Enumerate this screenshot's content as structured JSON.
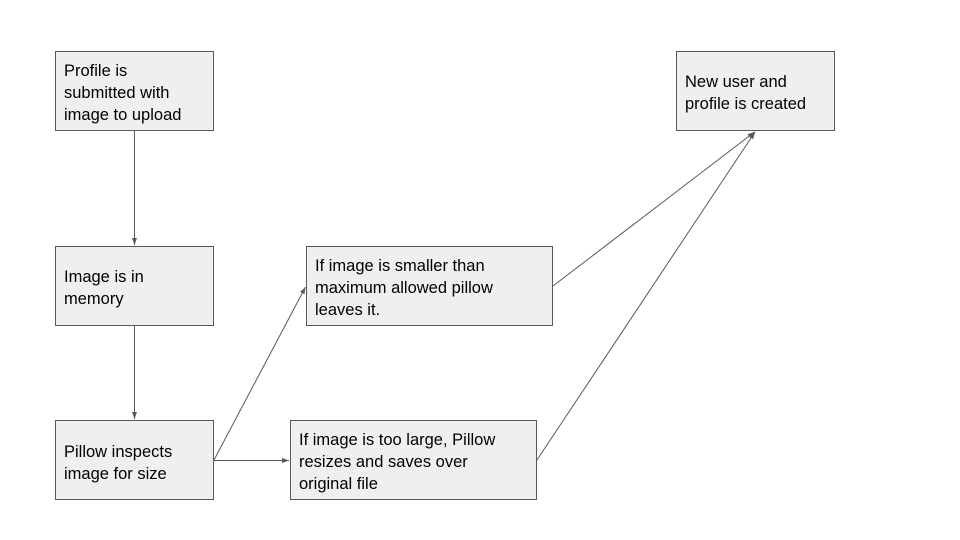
{
  "colors": {
    "node_fill": "#efefef",
    "node_border": "#595959",
    "connector": "#595959",
    "text": "#000000"
  },
  "nodes": {
    "submit": {
      "label": "Profile is\nsubmitted with\nimage to upload"
    },
    "memory": {
      "label": "Image is in\nmemory"
    },
    "inspect": {
      "label": "Pillow inspects\nimage for size"
    },
    "small": {
      "label": "If image is smaller than\nmaximum allowed pillow\nleaves it."
    },
    "large": {
      "label": "If image is too large, Pillow\nresizes and saves over\noriginal file"
    },
    "created": {
      "label": "New user and\nprofile is created"
    }
  },
  "edges": [
    {
      "from": "submit",
      "to": "memory"
    },
    {
      "from": "memory",
      "to": "inspect"
    },
    {
      "from": "inspect",
      "to": "small"
    },
    {
      "from": "inspect",
      "to": "large"
    },
    {
      "from": "small",
      "to": "created"
    },
    {
      "from": "large",
      "to": "created"
    }
  ]
}
